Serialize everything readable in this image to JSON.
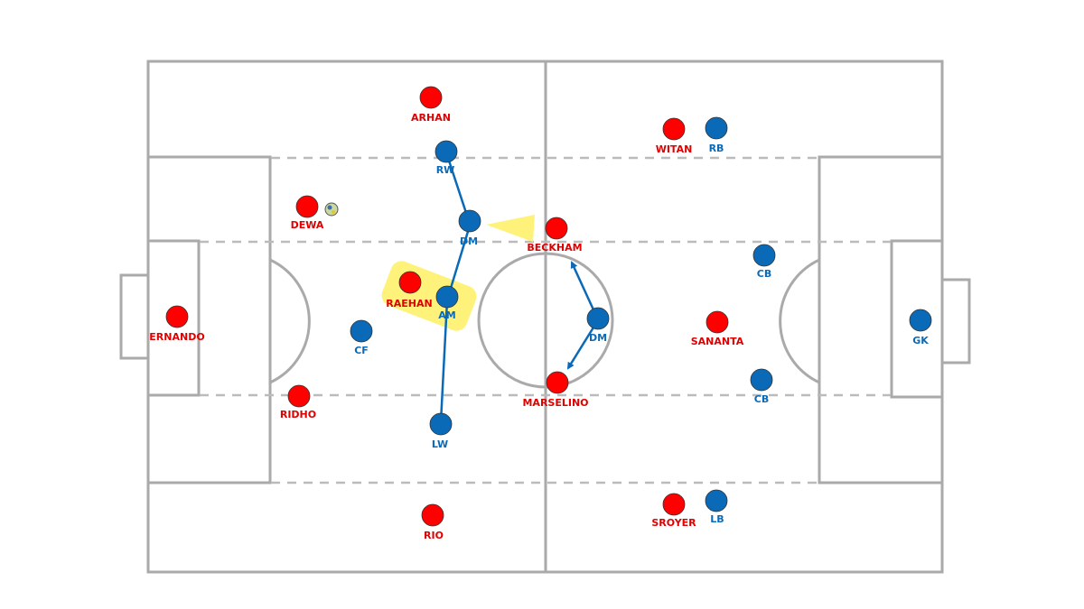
{
  "colors": {
    "red_team": "#ff0000",
    "blue_team": "#0a6ab8",
    "pitch_lines": "#aaaaaa",
    "highlight": "#fff27a"
  },
  "red_players": [
    {
      "id": "arhan",
      "label": "ARHAN"
    },
    {
      "id": "witan",
      "label": "WITAN"
    },
    {
      "id": "dewa",
      "label": "DEWA"
    },
    {
      "id": "beckham",
      "label": "BECKHAM"
    },
    {
      "id": "raehan",
      "label": "RAEHAN"
    },
    {
      "id": "ernando",
      "label": "ERNANDO"
    },
    {
      "id": "sananta",
      "label": "SANANTA"
    },
    {
      "id": "marselino",
      "label": "MARSELINO"
    },
    {
      "id": "ridho",
      "label": "RIDHO"
    },
    {
      "id": "sroyer",
      "label": "SROYER"
    },
    {
      "id": "rio",
      "label": "RIO"
    }
  ],
  "blue_players": [
    {
      "id": "rb",
      "label": "RB"
    },
    {
      "id": "rw",
      "label": "RW"
    },
    {
      "id": "dm-left",
      "label": "DM"
    },
    {
      "id": "cb-top",
      "label": "CB"
    },
    {
      "id": "am",
      "label": "AM"
    },
    {
      "id": "dm-right",
      "label": "DM"
    },
    {
      "id": "cf",
      "label": "CF"
    },
    {
      "id": "gk",
      "label": "GK"
    },
    {
      "id": "cb-bottom",
      "label": "CB"
    },
    {
      "id": "lw",
      "label": "LW"
    },
    {
      "id": "lb",
      "label": "LB"
    }
  ]
}
